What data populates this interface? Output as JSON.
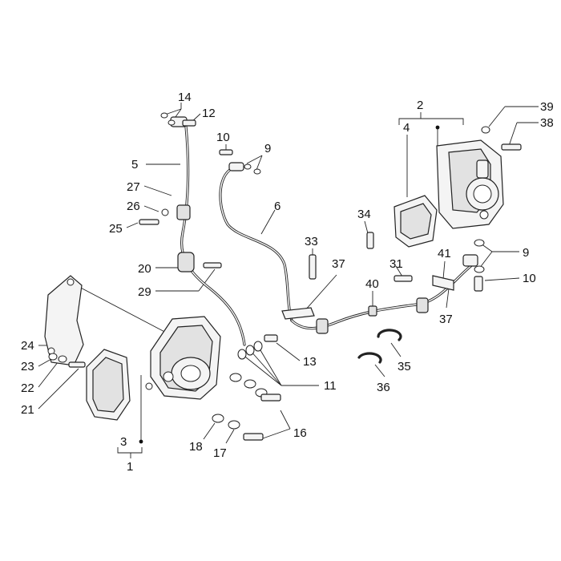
{
  "diagram": {
    "callouts": [
      {
        "id": "c14",
        "text": "14"
      },
      {
        "id": "c12",
        "text": "12"
      },
      {
        "id": "c5",
        "text": "5"
      },
      {
        "id": "c27",
        "text": "27"
      },
      {
        "id": "c26",
        "text": "26"
      },
      {
        "id": "c25",
        "text": "25"
      },
      {
        "id": "c20",
        "text": "20"
      },
      {
        "id": "c29",
        "text": "29"
      },
      {
        "id": "c10a",
        "text": "10"
      },
      {
        "id": "c9a",
        "text": "9"
      },
      {
        "id": "c6",
        "text": "6"
      },
      {
        "id": "c33",
        "text": "33"
      },
      {
        "id": "c37a",
        "text": "37"
      },
      {
        "id": "c40",
        "text": "40"
      },
      {
        "id": "c2",
        "text": "2"
      },
      {
        "id": "c4",
        "text": "4"
      },
      {
        "id": "c39",
        "text": "39"
      },
      {
        "id": "c38",
        "text": "38"
      },
      {
        "id": "c34",
        "text": "34"
      },
      {
        "id": "c31",
        "text": "31"
      },
      {
        "id": "c41",
        "text": "41"
      },
      {
        "id": "c9b",
        "text": "9"
      },
      {
        "id": "c10b",
        "text": "10"
      },
      {
        "id": "c37b",
        "text": "37"
      },
      {
        "id": "c24",
        "text": "24"
      },
      {
        "id": "c23",
        "text": "23"
      },
      {
        "id": "c22",
        "text": "22"
      },
      {
        "id": "c21",
        "text": "21"
      },
      {
        "id": "c13",
        "text": "13"
      },
      {
        "id": "c11",
        "text": "11"
      },
      {
        "id": "c35",
        "text": "35"
      },
      {
        "id": "c36",
        "text": "36"
      },
      {
        "id": "c16",
        "text": "16"
      },
      {
        "id": "c18",
        "text": "18"
      },
      {
        "id": "c17",
        "text": "17"
      },
      {
        "id": "c3",
        "text": "3"
      },
      {
        "id": "c1",
        "text": "1"
      }
    ]
  }
}
